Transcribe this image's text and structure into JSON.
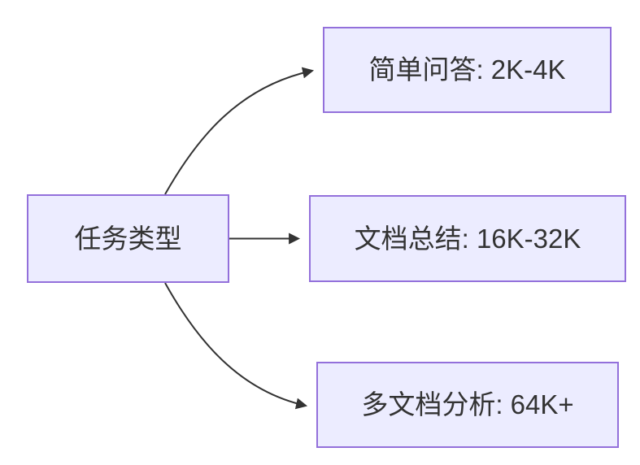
{
  "diagram": {
    "type": "flowchart",
    "direction": "left-to-right",
    "root": {
      "label": "任务类型"
    },
    "children": [
      {
        "label": "简单问答: 2K-4K"
      },
      {
        "label": "文档总结: 16K-32K"
      },
      {
        "label": "多文档分析: 64K+"
      }
    ],
    "edges": [
      {
        "from": "任务类型",
        "to": "简单问答: 2K-4K"
      },
      {
        "from": "任务类型",
        "to": "文档总结: 16K-32K"
      },
      {
        "from": "任务类型",
        "to": "多文档分析: 64K+"
      }
    ],
    "colors": {
      "node_fill": "#ECECFF",
      "node_border": "#9370DB",
      "edge": "#333333",
      "text": "#333333",
      "background": "#FFFFFF"
    }
  }
}
